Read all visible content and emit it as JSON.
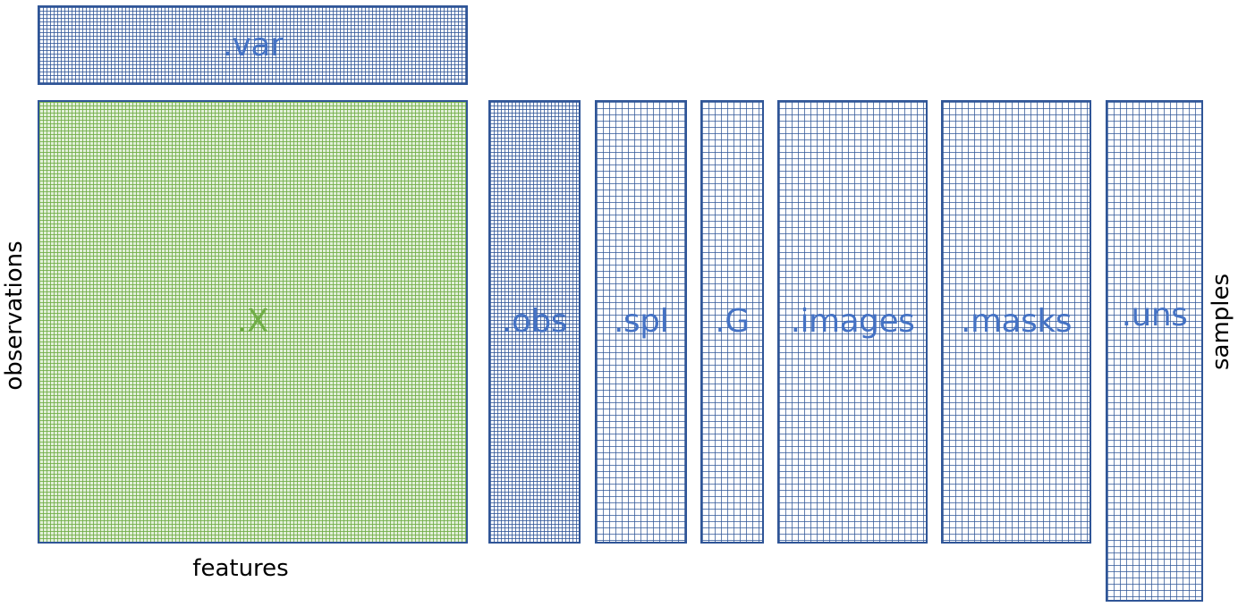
{
  "colors": {
    "blue_border": "#2f5597",
    "blue_text": "#4472c4",
    "green_fill": "#e2efd9",
    "green_text": "#70ad47"
  },
  "blocks": {
    "var": ".var",
    "X": ".X",
    "obs": ".obs",
    "spl": ".spl",
    "G": ".G",
    "images": ".images",
    "masks": ".masks",
    "uns": ".uns"
  },
  "axes": {
    "observations": "observations",
    "features": "features",
    "samples": "samples"
  }
}
